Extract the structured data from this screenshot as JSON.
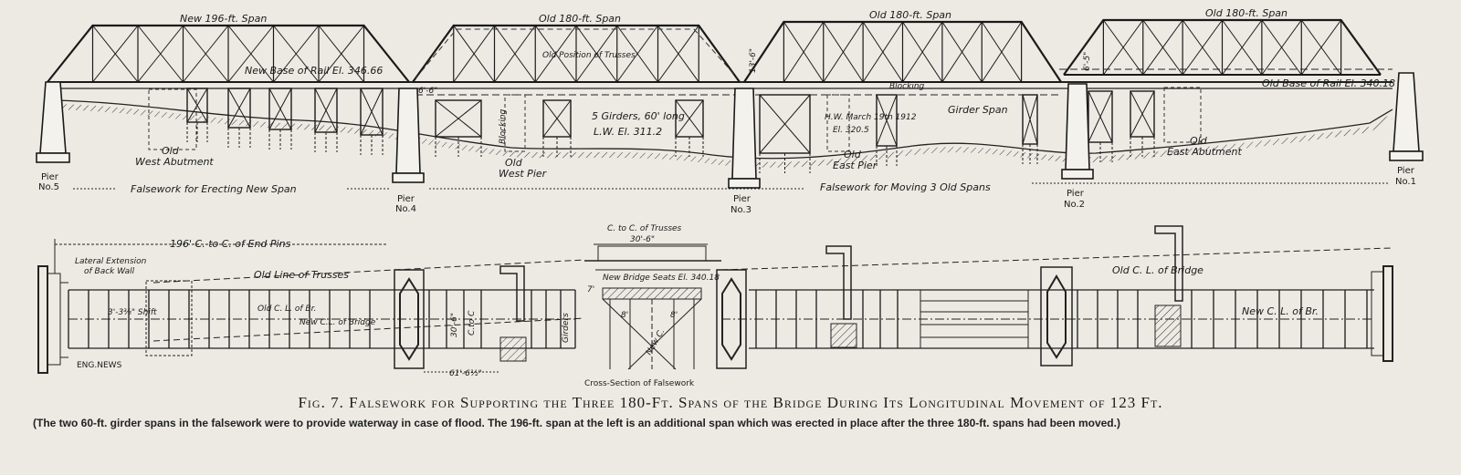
{
  "elevation": {
    "span_labels": [
      "New 196-ft. Span",
      "Old 180-ft. Span",
      "Old 180-ft. Span",
      "Old 180-ft. Span"
    ],
    "annotations": {
      "new_base_rail": "New Base of Rail El. 346.66",
      "old_position_trusses": "Old Position of Trusses",
      "dim_6_6": "6'-6\"",
      "dim_13_6": "13'-6\"",
      "dim_6_5": "6'-5\"",
      "blocking": "Blocking",
      "blocking2": "Blocking",
      "girders": "5 Girders, 60' long",
      "lw": "L.W. El. 311.2",
      "hw": "H.W. March 19th 1912",
      "hw_el": "El. 320.5",
      "girder_span": "Girder Span",
      "old_base_rail": "Old Base of Rail El. 340.18",
      "old_west_abutment_1": "Old",
      "old_west_abutment_2": "West Abutment",
      "old_west_pier_1": "Old",
      "old_west_pier_2": "West Pier",
      "old_east_pier_1": "Old",
      "old_east_pier_2": "East Pier",
      "old_east_abutment_1": "Old",
      "old_east_abutment_2": "East Abutment",
      "falsework_new": "Falsework for Erecting New Span",
      "falsework_old": "Falsework for Moving 3 Old Spans"
    },
    "piers": [
      {
        "l1": "Pier",
        "l2": "No.5"
      },
      {
        "l1": "Pier",
        "l2": "No.4"
      },
      {
        "l1": "Pier",
        "l2": "No.3"
      },
      {
        "l1": "Pier",
        "l2": "No.2"
      },
      {
        "l1": "Pier",
        "l2": "No.1"
      }
    ]
  },
  "plan": {
    "end_pins": "196' C. to C. of End Pins",
    "lateral_1": "Lateral Extension",
    "lateral_2": "of Back Wall",
    "old_line_trusses": "Old Line of Trusses",
    "shift": "3'-3⅜\" Shift",
    "old_cl_br": "Old C. L. of Br.",
    "new_cl_bridge": "New C.L. of Bridge",
    "dim_30_6": "30'-6\"",
    "ctoc": "C.to C",
    "dim_61": "61'-6½\"",
    "girders": "Girders",
    "old_cl_bridge": "Old C. L. of Bridge",
    "new_cl_br": "New C. L. of Br.",
    "eng_news": "ENG.NEWS"
  },
  "cross_section": {
    "title": "C. to C. of Trusses",
    "dim": "30'-6\"",
    "seats": "New Bridge Seats El. 340.18",
    "new_c": "New C.",
    "dim_8a": "8'",
    "dim_8b": "8'",
    "dim_7": "7'",
    "caption": "Cross-Section of Falsework"
  },
  "caption": "Fig. 7. Falsework for Supporting the Three 180-Ft. Spans of the Bridge During Its Longitudinal Movement of 123 Ft.",
  "note": "(The two 60-ft. girder spans in the falsework were to provide waterway in case of flood. The 196-ft. span at the left is an additional span which was erected in place after the three 180-ft. spans had been moved.)"
}
